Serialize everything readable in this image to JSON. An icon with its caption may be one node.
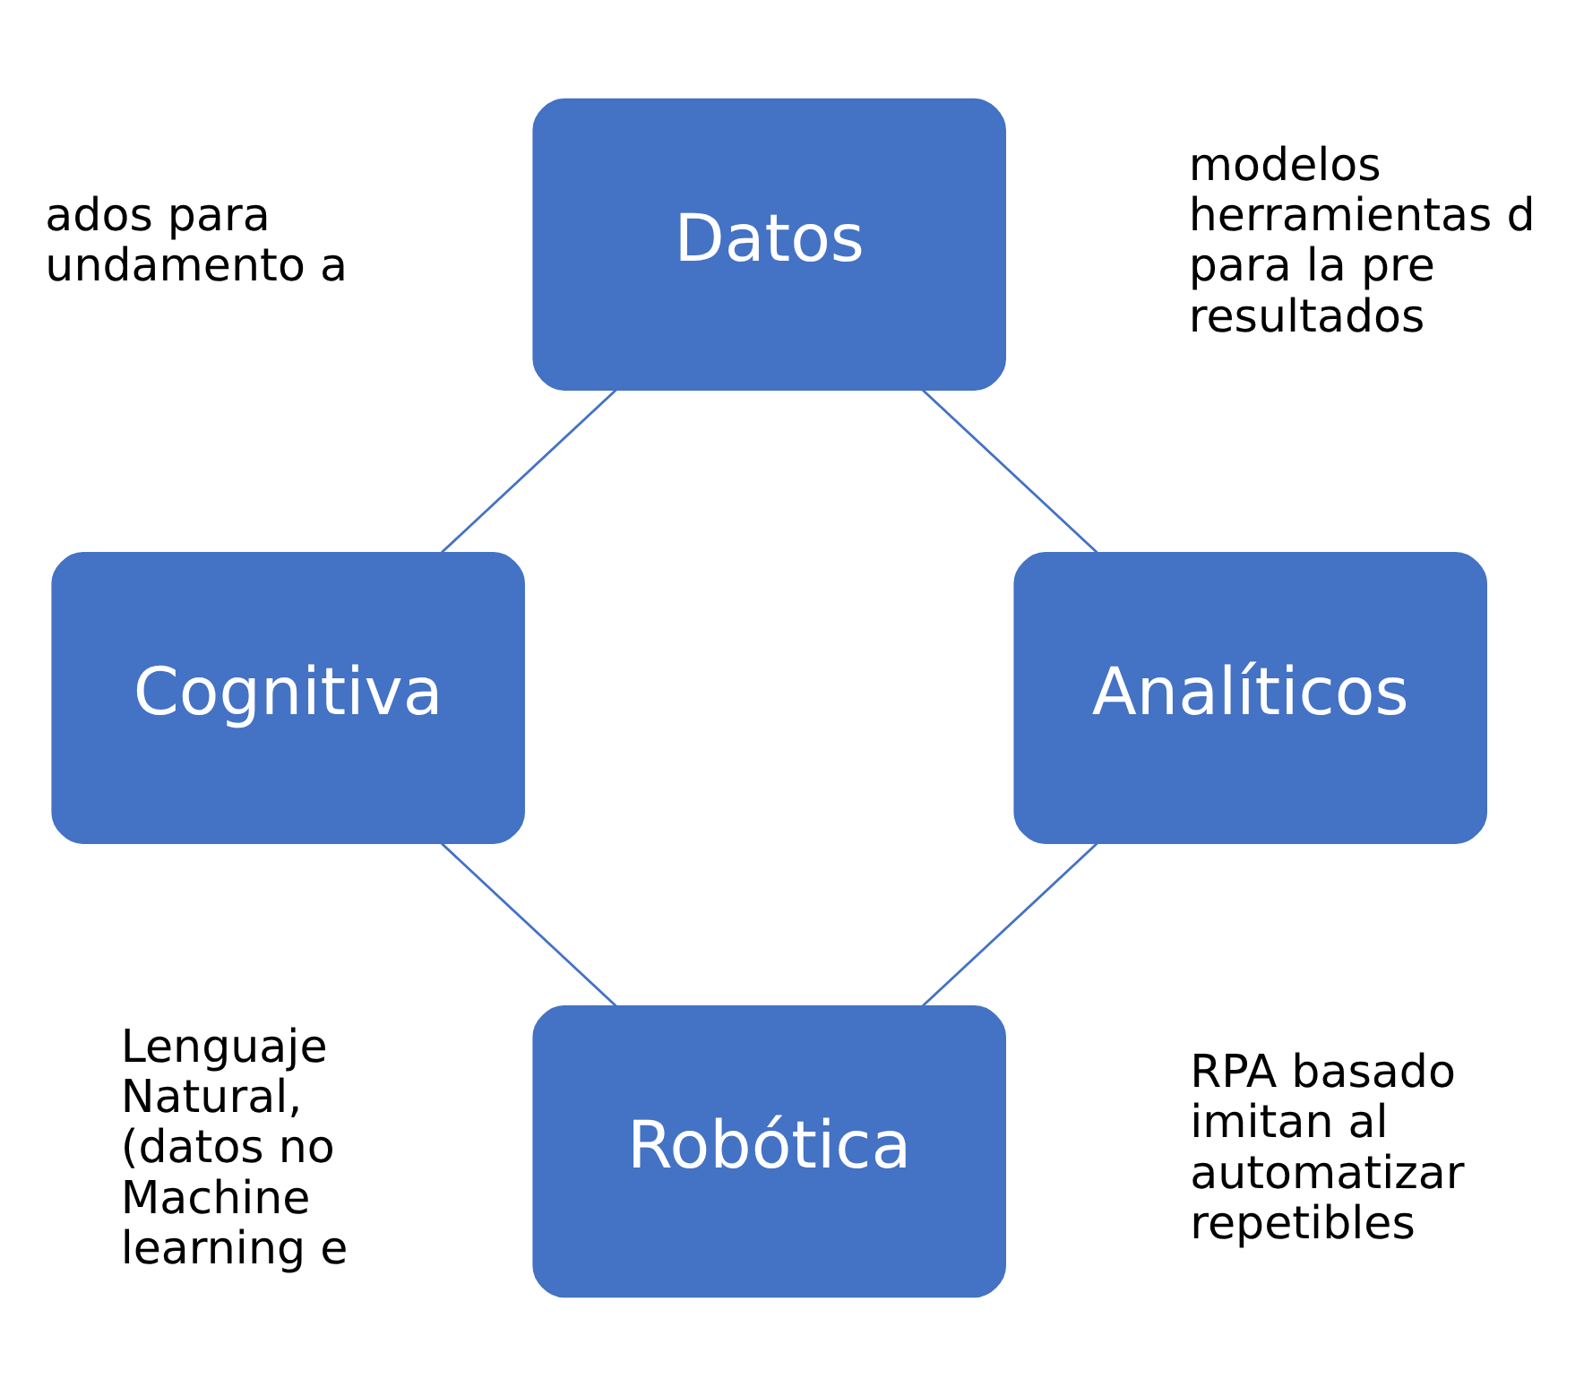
{
  "diagram": {
    "nodes": [
      {
        "text": [
          "Datos"
        ]
      },
      {
        "text": [
          "Analíticos"
        ]
      },
      {
        "text": [
          "Robótica"
        ]
      },
      {
        "text": [
          "Cognitiva"
        ]
      }
    ],
    "edges": [
      {
        "from": 0,
        "to": 1,
        "arrow": "none"
      },
      {
        "from": 1,
        "to": 2,
        "arrow": "none"
      },
      {
        "from": 2,
        "to": 3,
        "arrow": "none"
      },
      {
        "from": 3,
        "to": 0,
        "arrow": "none"
      }
    ],
    "labels": [
      "ados para undamento a",
      "modelos herramientas d para la pre resultados",
      "Lenguaje Natural, (datos no Machine learning e",
      "RPA basado imitan al automatizar repetibles"
    ]
  }
}
